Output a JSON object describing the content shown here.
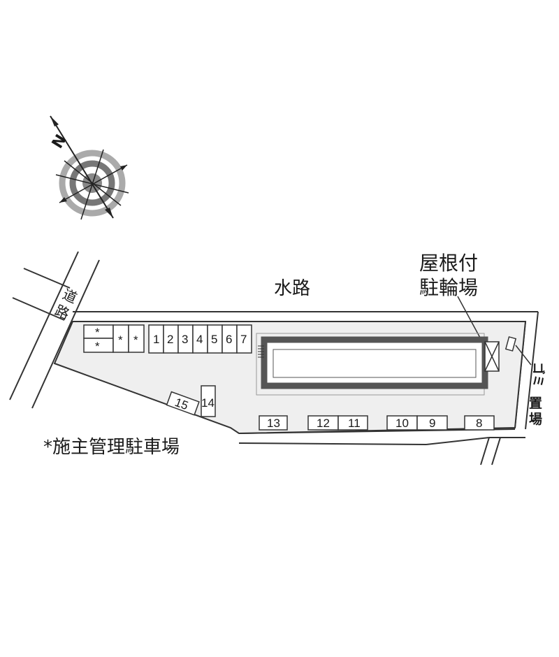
{
  "labels": {
    "waterway": "水路",
    "bike_parking_line1": "屋根付",
    "bike_parking_line2": "駐輪場",
    "road_char1": "道",
    "road_char2": "路",
    "garbage_line1": "ゴミ",
    "garbage_char2": "置",
    "garbage_char3": "場",
    "owner_parking_note": "*施主管理駐車場",
    "compass_north": "N"
  },
  "parking_spaces": {
    "p1": "1",
    "p2": "2",
    "p3": "3",
    "p4": "4",
    "p5": "5",
    "p6": "6",
    "p7": "7",
    "p8": "8",
    "p9": "9",
    "p10": "10",
    "p11": "11",
    "p12": "12",
    "p13": "13",
    "p14": "14",
    "p15": "15",
    "owner_mark": "*"
  },
  "colors": {
    "site_fill": "#efefef",
    "waterway_fill": "#e4ecf5",
    "line": "#333333",
    "building_border": "#555555"
  }
}
